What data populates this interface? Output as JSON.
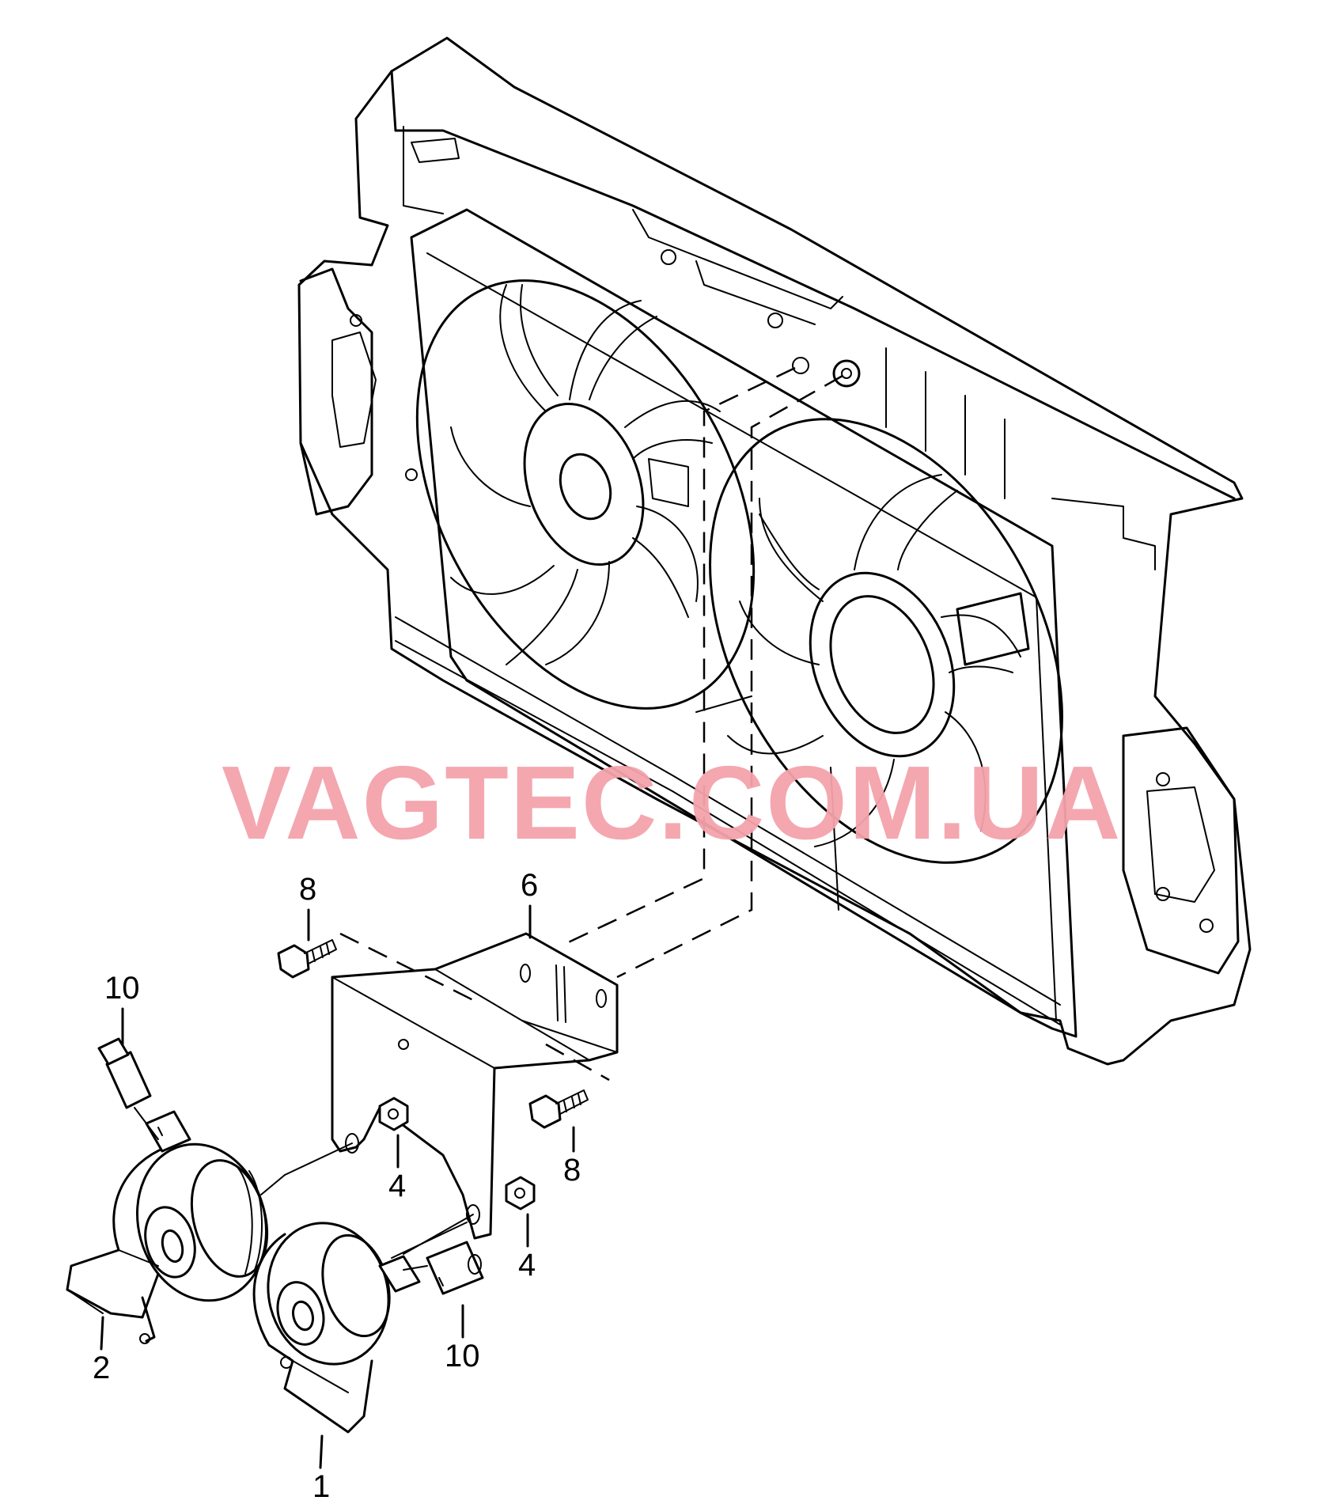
{
  "watermark": "VAGTEC.COM.UA",
  "watermark_color": "#f4a3ab",
  "labels": {
    "p1": "1",
    "p2": "2",
    "p4a": "4",
    "p4b": "4",
    "p6": "6",
    "p8a": "8",
    "p8b": "8",
    "p10a": "10",
    "p10b": "10"
  }
}
